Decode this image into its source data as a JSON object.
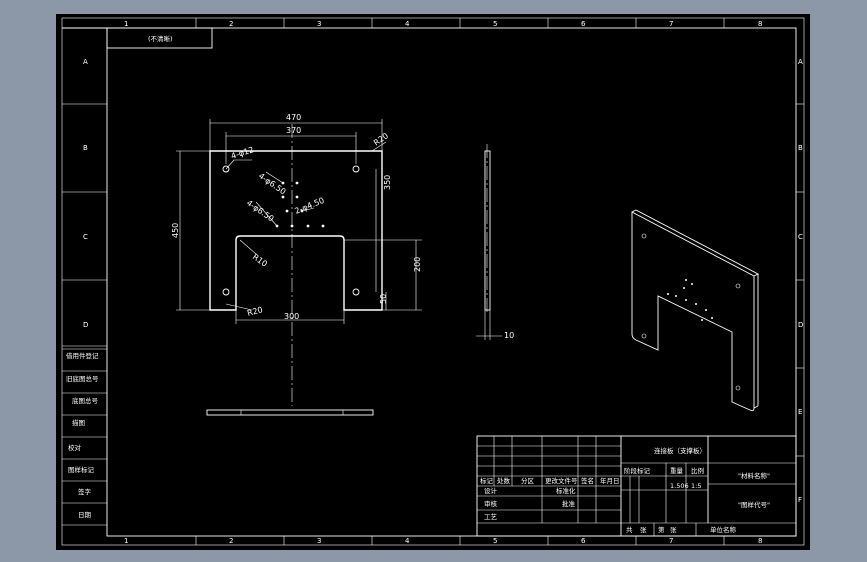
{
  "viewer": {
    "background": "#000000",
    "frame_color": "#ffffff",
    "app_background": "#8c98a8"
  },
  "zones": {
    "columns": [
      "1",
      "2",
      "3",
      "4",
      "5",
      "6",
      "7",
      "8"
    ],
    "rows": [
      "A",
      "B",
      "C",
      "D",
      "E",
      "F"
    ]
  },
  "drawing_number_box": "(不清晰)",
  "dims": {
    "total_width": "470",
    "hole_spacing_x": "370",
    "corner_hole": "4-φ12",
    "fillet_top": "R20",
    "holes_group_1": "4-φ6.50",
    "holes_group_2": "4-φ6.50",
    "holes_group_3": "2-φ4.50",
    "total_height": "450",
    "hole_spacing_y": "350",
    "notch_fillet": "R10",
    "notch_height": "200",
    "bottom_offset": "50",
    "bottom_fillet": "R20",
    "notch_width": "300",
    "thickness": "10"
  },
  "left_strip_labels": [
    "借用件登记",
    "旧底图总号",
    "底图总号",
    "签字",
    "日期",
    "图样标记",
    "描图",
    "校对"
  ],
  "title_block": {
    "revision_headers": [
      "标记",
      "处数",
      "分区",
      "更改文件号",
      "签名",
      "年月日"
    ],
    "role_labels": [
      "设计",
      "审核",
      "工艺"
    ],
    "mid_labels": [
      "标准化",
      "批准"
    ],
    "part_name": "连接板（支撑板）",
    "stage_header": "阶段标记",
    "weight_header": "重量",
    "scale_header": "比例",
    "weight": "1.506",
    "scale": "1:5",
    "material": "\"材料名称\"",
    "drawing_code": "\"图样代号\"",
    "bottom_labels": [
      "共",
      "张",
      "第",
      "张"
    ],
    "company": "单位名称"
  }
}
